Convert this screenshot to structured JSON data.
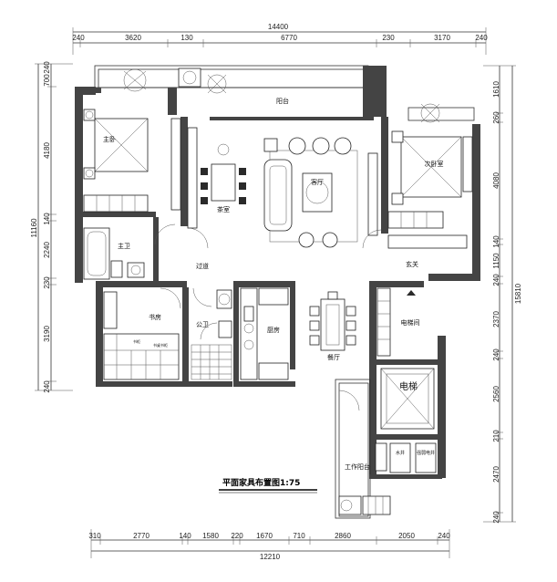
{
  "title": "平面家具布置图1:75",
  "top_dims": {
    "total": "14400",
    "segments": [
      "240",
      "3620",
      "130",
      "6770",
      "230",
      "3170",
      "240"
    ]
  },
  "bottom_dims": {
    "total": "12210",
    "segments": [
      "310",
      "2770",
      "140",
      "1580",
      "220",
      "1670",
      "710",
      "2860",
      "2050",
      "240"
    ]
  },
  "left_dims": {
    "total": "11160",
    "segments": [
      "240",
      "700",
      "4180",
      "140",
      "2240",
      "230",
      "3190",
      "240"
    ]
  },
  "right_dims": {
    "total": "15810",
    "segments": [
      "1610",
      "260",
      "4080",
      "140",
      "1150",
      "240",
      "2370",
      "240",
      "2560",
      "210",
      "2470",
      "240"
    ]
  },
  "rooms": {
    "balcony": "阳台",
    "master_bedroom": "主卧",
    "tea_room": "茶室",
    "living_room": "客厅",
    "second_bedroom": "次卧室",
    "master_bath": "主卫",
    "corridor": "过道",
    "entrance": "玄关",
    "study": "书房",
    "public_bath": "公卫",
    "kitchen": "厨房",
    "dining": "餐厅",
    "elevator_hall": "电梯间",
    "elevator": "电梯",
    "service_balcony": "工作阳台",
    "water_well": "水井",
    "power_well": "强弱电井"
  },
  "small_notes": {
    "study_note": "书柜",
    "study_desk": "书桌书柜"
  }
}
